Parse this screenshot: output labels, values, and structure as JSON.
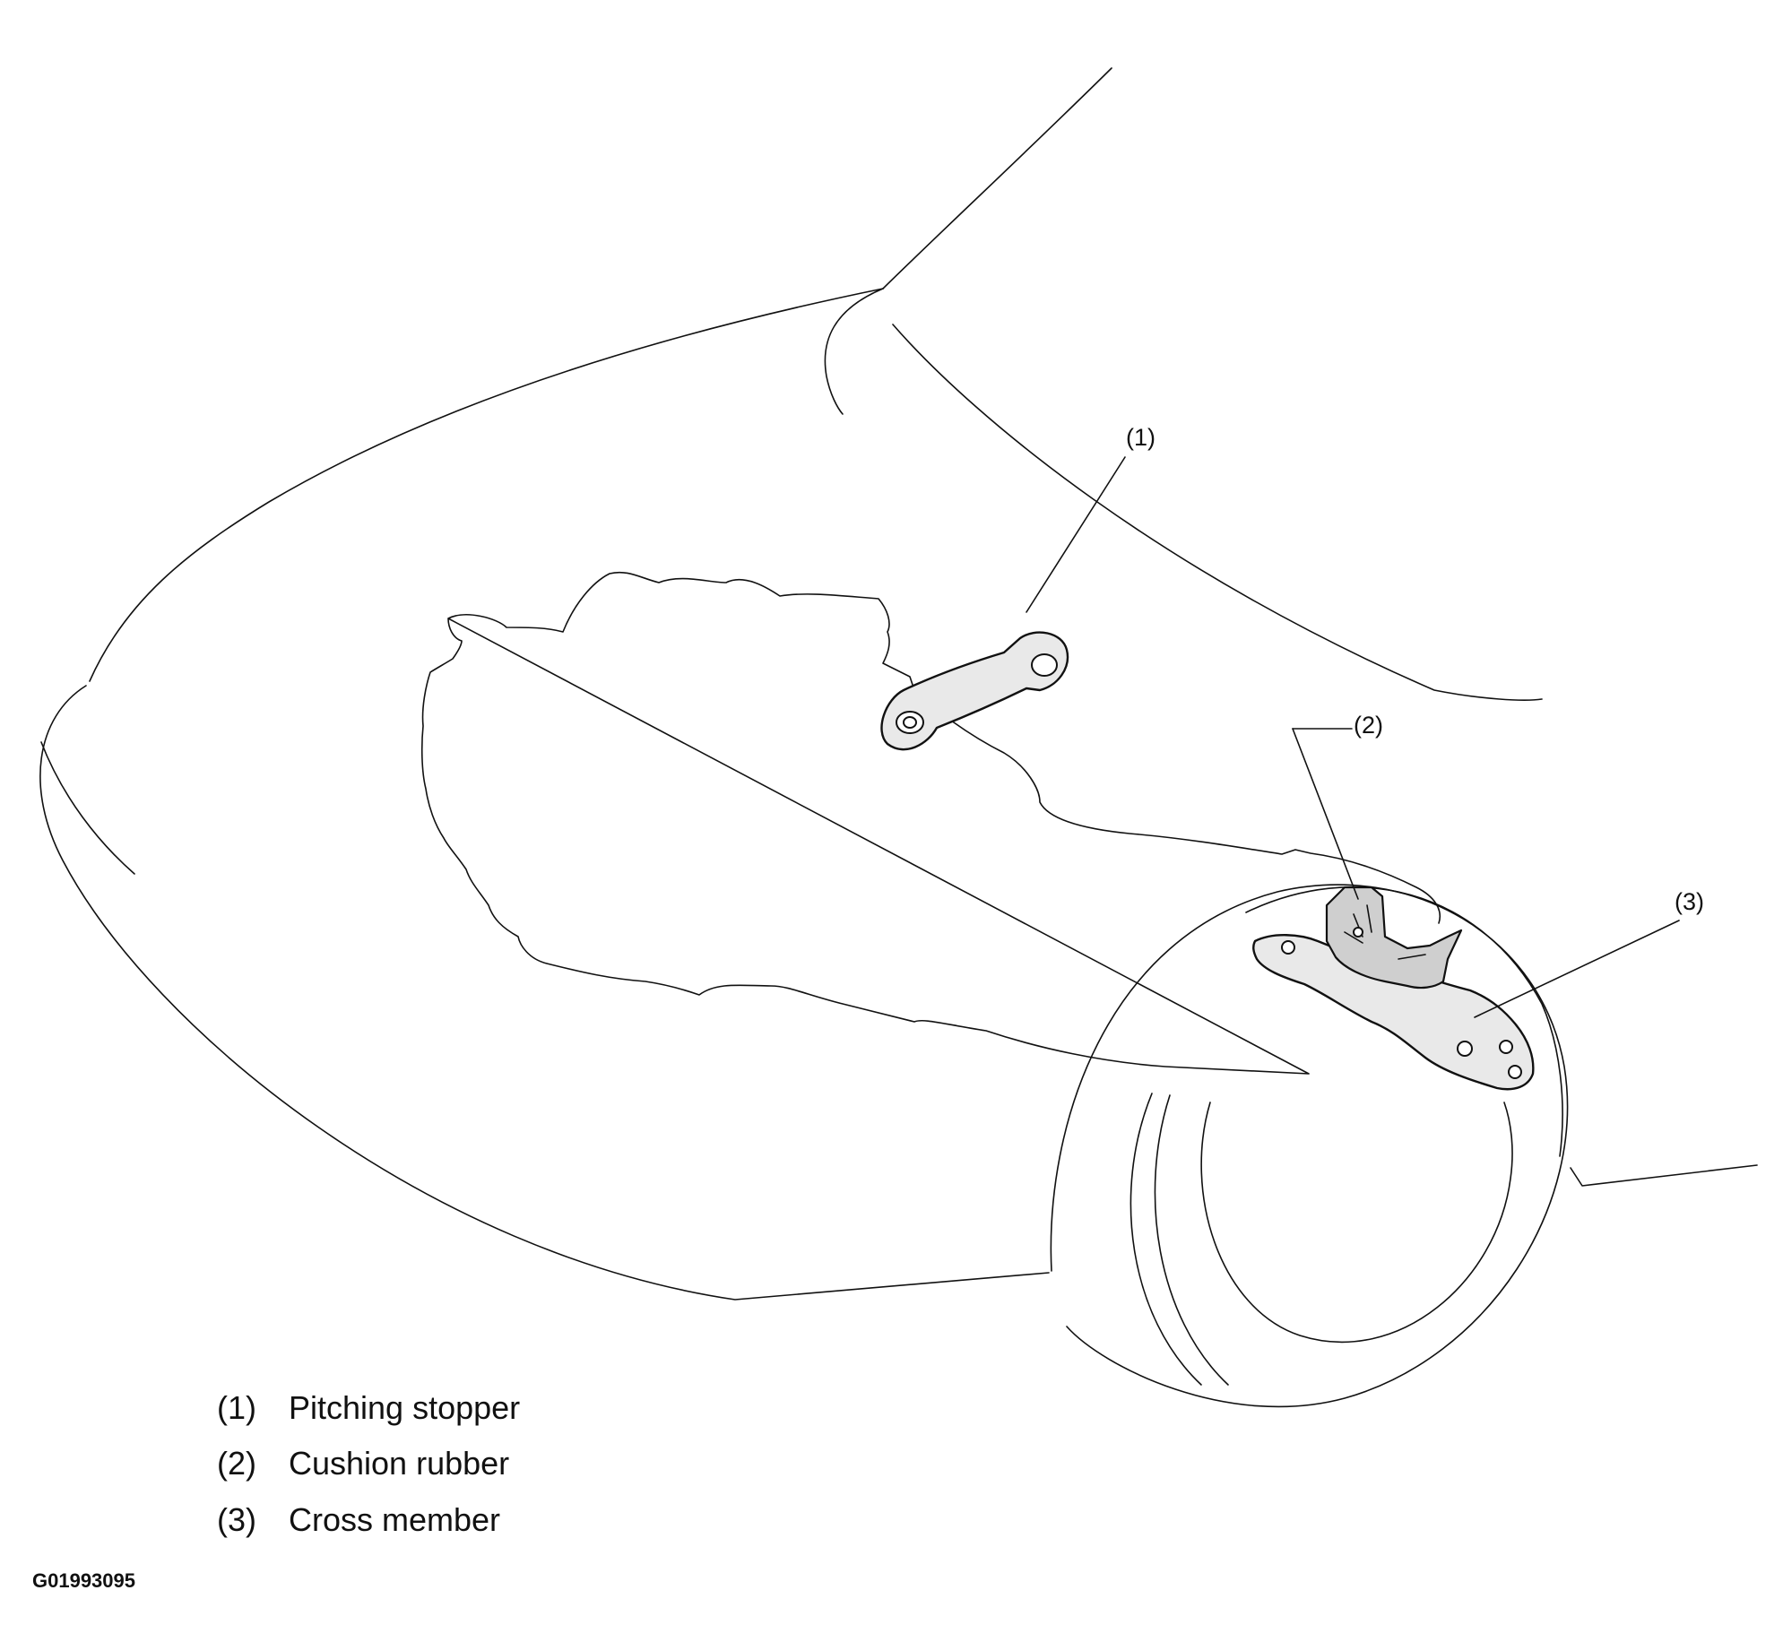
{
  "callouts": {
    "c1": "(1)",
    "c2": "(2)",
    "c3": "(3)"
  },
  "legend": [
    {
      "num": "(1)",
      "text": "Pitching stopper"
    },
    {
      "num": "(2)",
      "text": "Cushion rubber"
    },
    {
      "num": "(3)",
      "text": "Cross member"
    }
  ],
  "figure_code": "G01993095"
}
